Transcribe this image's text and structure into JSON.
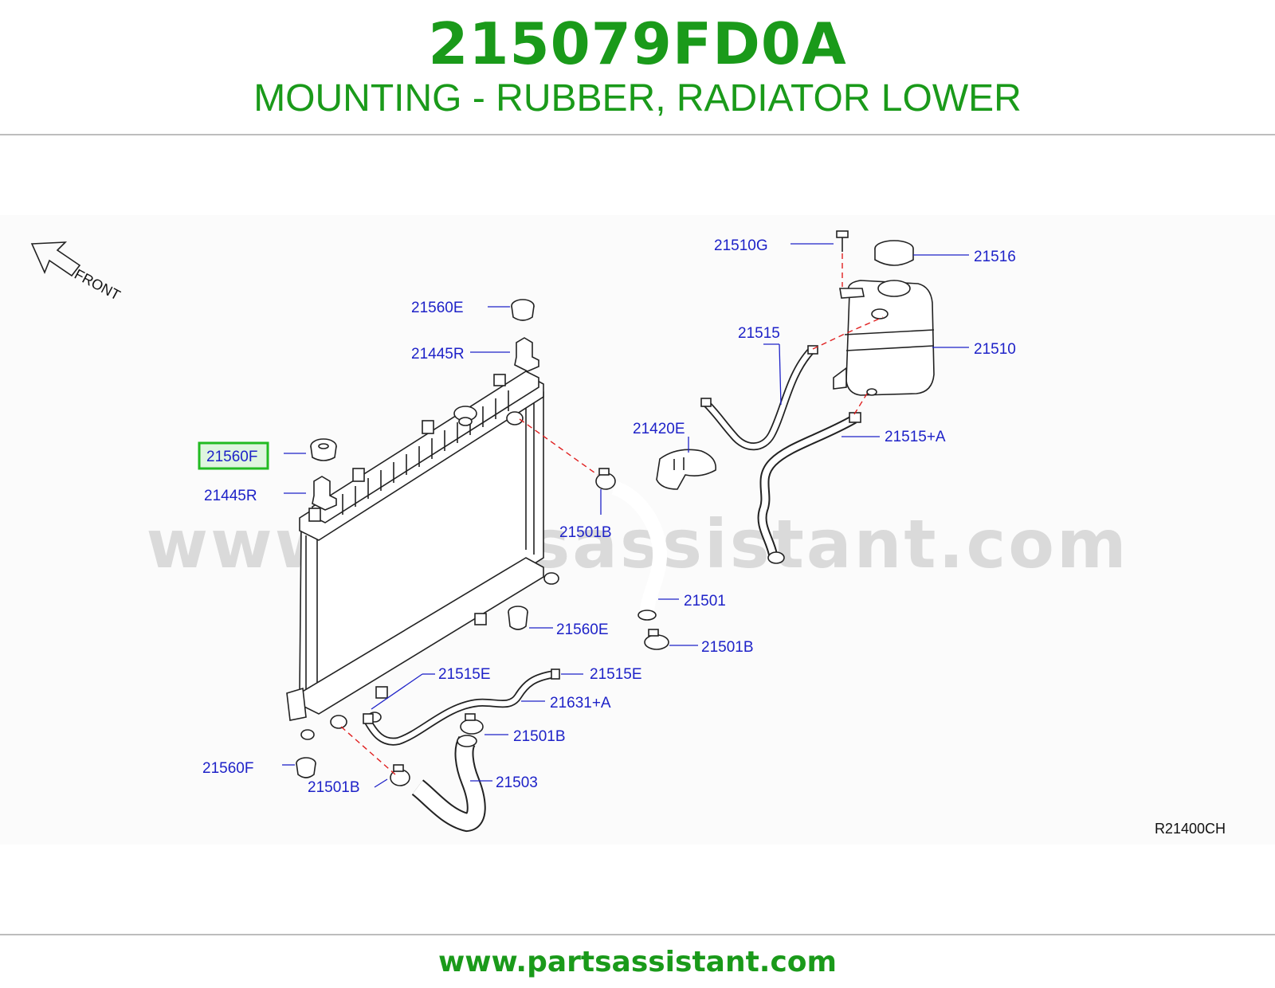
{
  "header": {
    "part_number": "215079FD0A",
    "part_name": "MOUNTING - RUBBER, RADIATOR LOWER"
  },
  "diagram": {
    "reference_code": "R21400CH",
    "watermark": "www.partsassistant.com",
    "front_label": "FRONT",
    "highlight_color": "#22bb22",
    "callouts": {
      "c21510G": "21510G",
      "c21516": "21516",
      "c21560E_top": "21560E",
      "c21515": "21515",
      "c21510": "21510",
      "c21445R_top": "21445R",
      "c21420E": "21420E",
      "c21515A": "21515+A",
      "c21560F_hl": "21560F",
      "c21445R_left": "21445R",
      "c21501B_a": "21501B",
      "c21501": "21501",
      "c21560E_mid": "21560E",
      "c21501B_b": "21501B",
      "c21515E_left": "21515E",
      "c21515E_right": "21515E",
      "c21631A": "21631+A",
      "c21501B_c": "21501B",
      "c21560F_bottom": "21560F",
      "c21503": "21503",
      "c21501B_d": "21501B"
    }
  },
  "footer": {
    "url": "www.partsassistant.com"
  }
}
